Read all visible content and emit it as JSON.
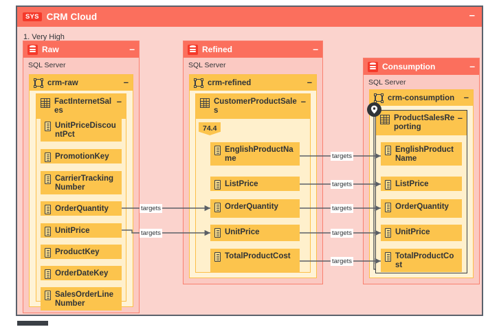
{
  "system": {
    "badge": "SYS",
    "title": "CRM Cloud",
    "minimize": "–",
    "criticality": "1. Very High"
  },
  "layers": [
    {
      "name": "Raw",
      "technology": "SQL Server",
      "minimize": "–",
      "schema": {
        "name": "crm-raw",
        "minimize": "–",
        "table": {
          "name": "FactInternetSales",
          "minimize": "–",
          "metric": null,
          "selected": false,
          "fields": [
            "UnitPriceDiscountPct",
            "PromotionKey",
            "CarrierTrackingNumber",
            "OrderQuantity",
            "UnitPrice",
            "ProductKey",
            "OrderDateKey",
            "SalesOrderLineNumber"
          ]
        }
      }
    },
    {
      "name": "Refined",
      "technology": "SQL Server",
      "minimize": "–",
      "schema": {
        "name": "crm-refined",
        "minimize": "–",
        "table": {
          "name": "CustomerProductSales",
          "minimize": "–",
          "metric": "74.4",
          "selected": false,
          "fields": [
            "EnglishProductName",
            "ListPrice",
            "OrderQuantity",
            "UnitPrice",
            "TotalProductCost"
          ]
        }
      }
    },
    {
      "name": "Consumption",
      "technology": "SQL Server",
      "minimize": "–",
      "schema": {
        "name": "crm-consumption",
        "minimize": "–",
        "table": {
          "name": "ProductSalesReporting",
          "minimize": "–",
          "metric": null,
          "selected": true,
          "fields": [
            "EnglishProductName",
            "ListPrice",
            "OrderQuantity",
            "UnitPrice",
            "TotalProductCost"
          ]
        }
      }
    }
  ],
  "edges": [
    {
      "label": "targets",
      "from": "Raw.OrderQuantity",
      "to": "Refined.OrderQuantity"
    },
    {
      "label": "targets",
      "from": "Raw.UnitPrice",
      "to": "Refined.UnitPrice"
    },
    {
      "label": "targets",
      "from": "Refined.EnglishProductName",
      "to": "Consumption.EnglishProductName"
    },
    {
      "label": "targets",
      "from": "Refined.ListPrice",
      "to": "Consumption.ListPrice"
    },
    {
      "label": "targets",
      "from": "Refined.OrderQuantity",
      "to": "Consumption.OrderQuantity"
    },
    {
      "label": "targets",
      "from": "Refined.UnitPrice",
      "to": "Consumption.UnitPrice"
    },
    {
      "label": "targets",
      "from": "Refined.TotalProductCost",
      "to": "Consumption.TotalProductCost"
    }
  ],
  "colors": {
    "system_header": "#fb6f5d",
    "system_body": "#fbd3cd",
    "layer_body": "#fbc9c2",
    "schema_body": "#fff3d6",
    "table_body": "#fff0cc",
    "field": "#fcc44d",
    "accent_red": "#f5392a",
    "text_dark": "#2f3337",
    "edge": "#5a5f66"
  }
}
